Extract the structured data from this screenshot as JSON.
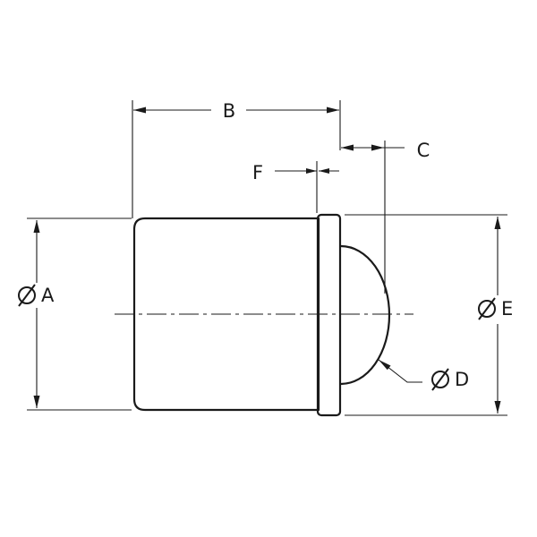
{
  "labels": {
    "a": "ØA",
    "b": "B",
    "c": "C",
    "d": "ØD",
    "e": "ØE",
    "f": "F"
  },
  "colors": {
    "line": "#1a1a1a",
    "background": "#ffffff"
  }
}
